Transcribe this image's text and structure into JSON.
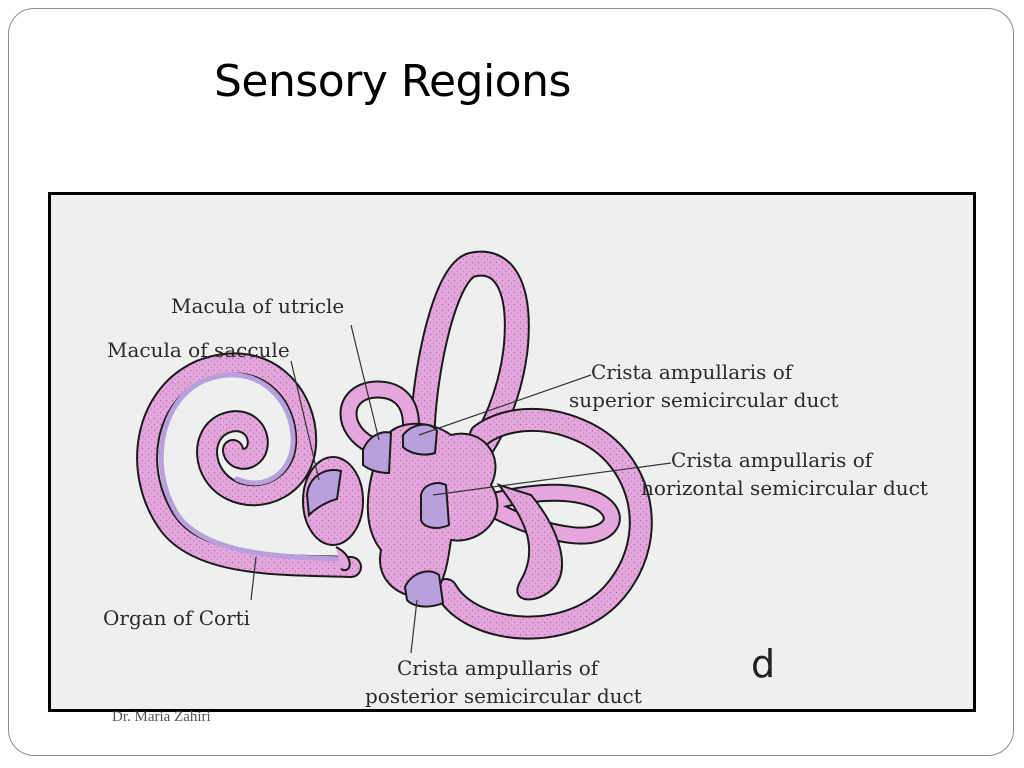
{
  "slide": {
    "title": "Sensory Regions",
    "footer_author": "Dr. Maria Zahiri"
  },
  "diagram": {
    "panel_letter": "d",
    "labels": {
      "macula_utricle": "Macula of utricle",
      "macula_saccule": "Macula of saccule",
      "crista_superior_1": "Crista ampullaris of",
      "crista_superior_2": "superior semicircular duct",
      "crista_horizontal_1": "Crista ampullaris of",
      "crista_horizontal_2": "horizontal semicircular duct",
      "organ_corti": "Organ of Corti",
      "crista_posterior_1": "Crista ampullaris of",
      "crista_posterior_2": "posterior semicircular duct"
    },
    "colors": {
      "membrane": "#e4a6dc",
      "sensory": "#b9a0dc",
      "outline": "#1a1a1a",
      "background": "#eef0ef"
    }
  }
}
